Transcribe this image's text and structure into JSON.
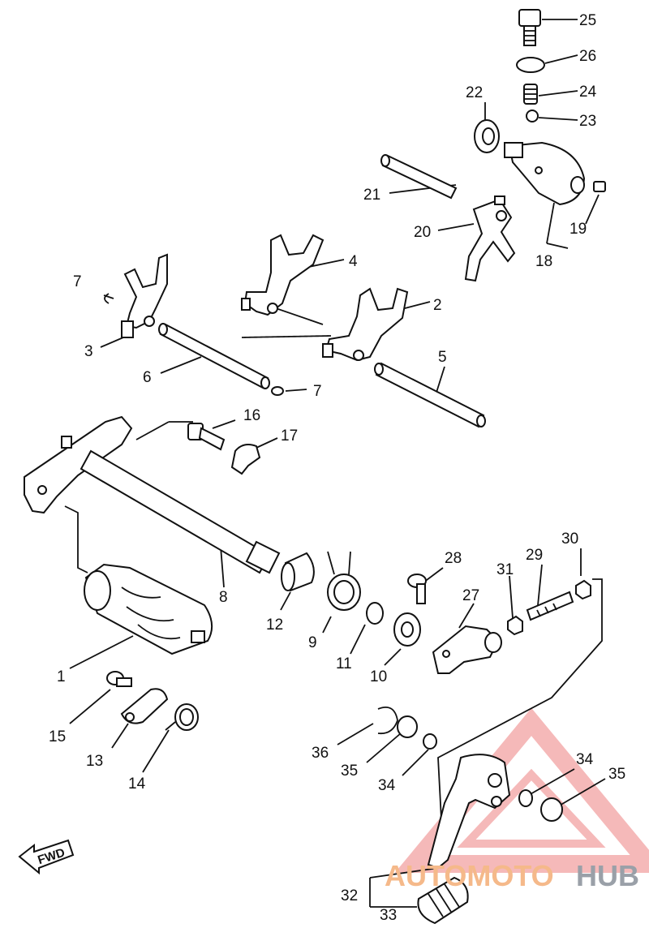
{
  "labels": [
    {
      "id": "p25",
      "text": "25"
    },
    {
      "id": "p26",
      "text": "26"
    },
    {
      "id": "p24",
      "text": "24"
    },
    {
      "id": "p23",
      "text": "23"
    },
    {
      "id": "p22",
      "text": "22"
    },
    {
      "id": "p21",
      "text": "21"
    },
    {
      "id": "p20",
      "text": "20"
    },
    {
      "id": "p19",
      "text": "19"
    },
    {
      "id": "p18",
      "text": "18"
    },
    {
      "id": "p4",
      "text": "4"
    },
    {
      "id": "p7a",
      "text": "7"
    },
    {
      "id": "p3",
      "text": "3"
    },
    {
      "id": "p2",
      "text": "2"
    },
    {
      "id": "p6",
      "text": "6"
    },
    {
      "id": "p7b",
      "text": "7"
    },
    {
      "id": "p5",
      "text": "5"
    },
    {
      "id": "p16",
      "text": "16"
    },
    {
      "id": "p17",
      "text": "17"
    },
    {
      "id": "p8",
      "text": "8"
    },
    {
      "id": "p30",
      "text": "30"
    },
    {
      "id": "p28",
      "text": "28"
    },
    {
      "id": "p29",
      "text": "29"
    },
    {
      "id": "p31",
      "text": "31"
    },
    {
      "id": "p27",
      "text": "27"
    },
    {
      "id": "p12",
      "text": "12"
    },
    {
      "id": "p9",
      "text": "9"
    },
    {
      "id": "p11",
      "text": "11"
    },
    {
      "id": "p10",
      "text": "10"
    },
    {
      "id": "p1",
      "text": "1"
    },
    {
      "id": "p15",
      "text": "15"
    },
    {
      "id": "p13",
      "text": "13"
    },
    {
      "id": "p14",
      "text": "14"
    },
    {
      "id": "p36",
      "text": "36"
    },
    {
      "id": "p35a",
      "text": "35"
    },
    {
      "id": "p34a",
      "text": "34"
    },
    {
      "id": "p34b",
      "text": "34"
    },
    {
      "id": "p35b",
      "text": "35"
    },
    {
      "id": "p32",
      "text": "32"
    },
    {
      "id": "p33",
      "text": "33"
    }
  ],
  "direction_marker": {
    "text": "FWD"
  },
  "watermark": {
    "part1": "AUTOMOTO",
    "part2": "HUB",
    "color_primary": "#f2a2a2",
    "color_secondary": "#f5b98a",
    "color_tertiary": "#9aa0a8"
  }
}
